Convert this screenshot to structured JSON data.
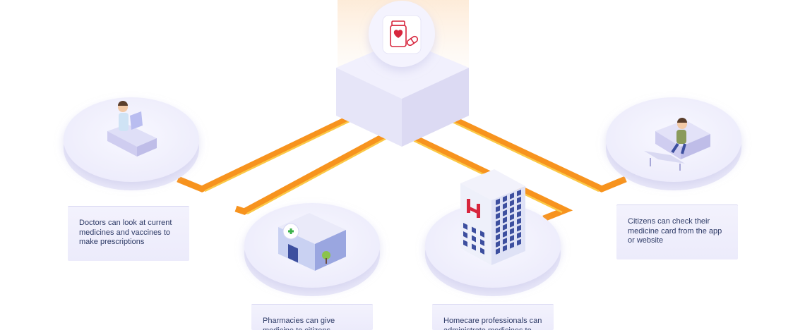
{
  "diagram": {
    "colors": {
      "pipe_orange": "#f7931e",
      "pipe_light": "#fbc847",
      "platform": "#f1f0fd",
      "hub": "#ecebfb",
      "caption_text": "#2d3a66",
      "accent_red": "#d7263d",
      "building_blue": "#3d4f9f"
    },
    "hub": {
      "icon": "medicine-bottle-heart-icon"
    },
    "nodes": [
      {
        "id": "doctors",
        "icon": "doctor-at-desk-icon",
        "caption": "Doctors can look at current\nmedicines and vaccines to\nmake prescriptions"
      },
      {
        "id": "pharmacies",
        "icon": "pharmacy-building-icon",
        "caption": "Pharmacies can give\nmedicine to citizens"
      },
      {
        "id": "homecare",
        "icon": "hospital-building-icon",
        "caption": "Homecare professionals can\nadministrate medicines to"
      },
      {
        "id": "citizens",
        "icon": "citizen-on-sofa-icon",
        "caption": "Citizens can check their\nmedicine card from the app\nor website"
      }
    ]
  }
}
